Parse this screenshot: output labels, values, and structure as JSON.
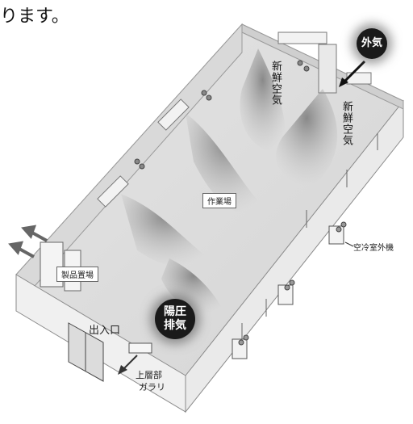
{
  "intro_text": "ります。",
  "labels": {
    "fresh_air_1": "新鮮空気",
    "fresh_air_2": "新鮮空気",
    "outside_air": "外気",
    "work_area": "作業場",
    "product_area": "製品置場",
    "positive_exhaust_line1": "陽圧",
    "positive_exhaust_line2": "排気",
    "entrance": "出入口",
    "upper_gallery_line1": "上層部",
    "upper_gallery_line2": "ガラリ",
    "ac_outdoor_unit": "空冷室外機"
  }
}
